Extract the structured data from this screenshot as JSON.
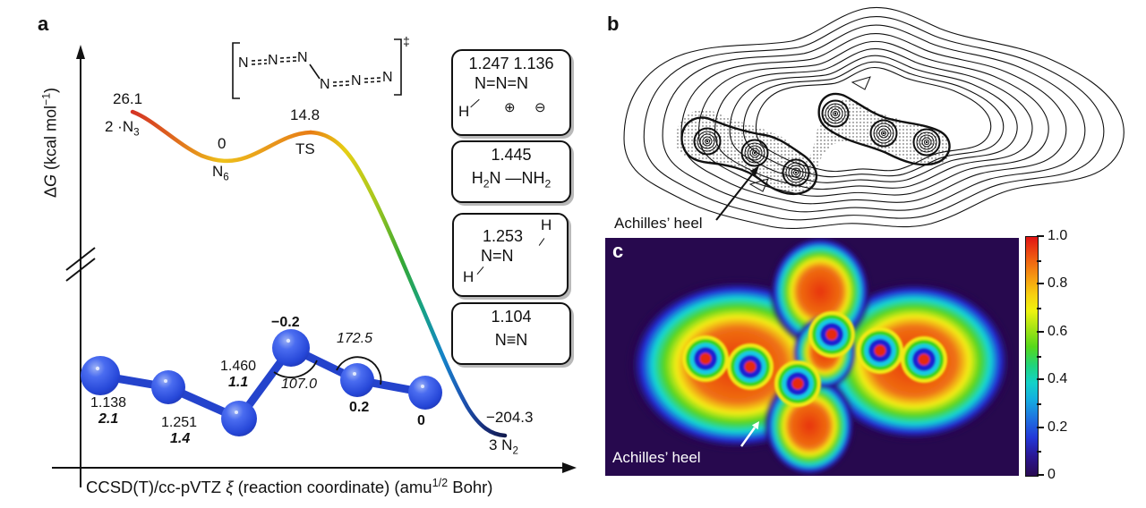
{
  "figure": {
    "panels": {
      "a": {
        "label": "a",
        "y_axis": {
          "pre": "Δ",
          "italic": "G",
          "unit_pre": " (kcal mol",
          "unit_sup": "−1",
          "unit_post": ")"
        },
        "x_axis": {
          "method": "CCSD(T)/cc-pVTZ ",
          "xi": "ξ",
          "mid": " (reaction coordinate) (amu",
          "sup": "1/2",
          "end": " Bohr)"
        },
        "points": {
          "reactant": {
            "energy": "26.1",
            "pre": "2 ·N",
            "sub": "3"
          },
          "intermediate": {
            "energy": "0",
            "pre": "N",
            "sub": "6"
          },
          "ts": {
            "energy": "14.8",
            "label": "TS"
          },
          "product": {
            "energy": "−204.3",
            "pre": "3 N",
            "sub": "2"
          }
        },
        "ts_structure": {
          "n": "N",
          "dagger": "‡"
        },
        "molecule": {
          "bonds": [
            {
              "length": "1.138",
              "order": "2.1"
            },
            {
              "length": "1.251",
              "order": "1.4"
            },
            {
              "length": "1.460",
              "order": "1.1"
            }
          ],
          "charges": [
            "−0.2",
            "0.2",
            "0"
          ],
          "angles": [
            "107.0",
            "172.5"
          ]
        },
        "boxes": [
          {
            "values": "1.247 1.136",
            "formula": "N=N=N",
            "h": "H",
            "plus": "⊕",
            "minus": "⊖"
          },
          {
            "value": "1.445",
            "f_pre": "H",
            "f_sub1": "2",
            "f_mid": "N —NH",
            "f_sub2": "2"
          },
          {
            "value": "1.253",
            "h_top": "H",
            "formula": "N=N",
            "h_bot": "H"
          },
          {
            "value": "1.104",
            "formula": "N≡N"
          }
        ]
      },
      "b": {
        "label": "b",
        "annotation": "Achilles’ heel"
      },
      "c": {
        "label": "c",
        "annotation": "Achilles’ heel",
        "colorbar": {
          "ticks": [
            "1.0",
            "0.8",
            "0.6",
            "0.4",
            "0.2",
            "0"
          ]
        }
      }
    }
  },
  "chart_data": [
    {
      "type": "line",
      "title": "Gibbs free-energy profile of N6 decomposition (panel a)",
      "xlabel": "CCSD(T)/cc-pVTZ ξ (reaction coordinate) (amu^1/2 Bohr)",
      "ylabel": "ΔG (kcal mol^−1)",
      "series": [
        {
          "name": "ΔG",
          "points": [
            {
              "label": "2 ·N3",
              "dG_kcal_mol": 26.1
            },
            {
              "label": "N6",
              "dG_kcal_mol": 0
            },
            {
              "label": "TS",
              "dG_kcal_mol": 14.8
            },
            {
              "label": "3 N2",
              "dG_kcal_mol": -204.3
            }
          ]
        }
      ],
      "annotations": {
        "N6_bond_lengths_angstrom": [
          1.138,
          1.251,
          1.46
        ],
        "N6_bond_orders": [
          2.1,
          1.4,
          1.1
        ],
        "N6_atom_charges": [
          -0.2,
          0.2,
          0
        ],
        "N6_angles_deg": [
          107.0,
          172.5
        ],
        "reference_bond_lengths_angstrom": {
          "HN3": [
            1.247,
            1.136
          ],
          "H2N-NH2": 1.445,
          "HN=NH": 1.253,
          "N≡N": 1.104
        }
      }
    },
    {
      "type": "heatmap",
      "title": "Electron localization map of N6 (panel c)",
      "colorbar_range": [
        0,
        1
      ],
      "colorbar_ticks": [
        0,
        0.2,
        0.4,
        0.6,
        0.8,
        1.0
      ],
      "annotation": "Achilles’ heel",
      "n_nuclei": 6
    }
  ]
}
